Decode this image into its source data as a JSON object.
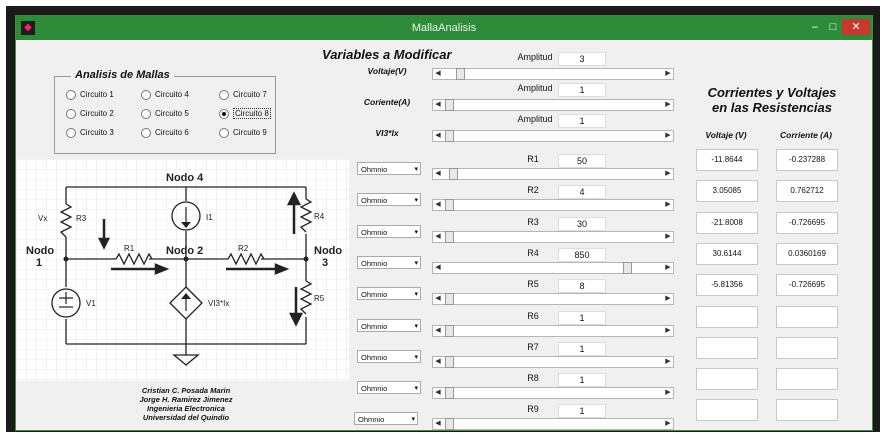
{
  "window": {
    "title": "MallaAnalisis"
  },
  "panel": {
    "title": "Analisis de Mallas",
    "options": [
      {
        "label": "Circuito 1",
        "selected": false
      },
      {
        "label": "Circuito 4",
        "selected": false
      },
      {
        "label": "Circuito 7",
        "selected": false
      },
      {
        "label": "Circuito 2",
        "selected": false
      },
      {
        "label": "Circuito 5",
        "selected": false
      },
      {
        "label": "Circuito 8",
        "selected": true
      },
      {
        "label": "Circuito 3",
        "selected": false
      },
      {
        "label": "Circuito 6",
        "selected": false
      },
      {
        "label": "Circuito 9",
        "selected": false
      }
    ]
  },
  "circuit": {
    "nodo4": "Nodo 4",
    "nodo2": "Nodo 2",
    "nodo1a": "Nodo",
    "nodo1b": "1",
    "nodo3a": "Nodo",
    "nodo3b": "3",
    "r1": "R1",
    "r2": "R2",
    "r3": "R3",
    "r4": "R4",
    "r5": "R5",
    "vx": "Vx",
    "i1": "I1",
    "v1": "V1",
    "dep": "VI3*Ix"
  },
  "credits": [
    "Cristian C. Posada Marin",
    "Jorge H. Ramirez Jimenez",
    "Ingenieria Electronica",
    "Universidad del Quindio"
  ],
  "variables": {
    "heading": "Variables a Modificar",
    "amplitud_label": "Amplitud",
    "sources": [
      {
        "label": "Voltaje(V)",
        "amplitude": "3",
        "position": 0.05
      },
      {
        "label": "Coriente(A)",
        "amplitude": "1",
        "position": 0.0
      },
      {
        "label": "VI3*Ix",
        "amplitude": "1",
        "position": 0.0
      }
    ],
    "unit_option": "Ohmnio",
    "resistors": [
      {
        "label": "R1",
        "value": "50",
        "position": 0.02
      },
      {
        "label": "R2",
        "value": "4",
        "position": 0.0
      },
      {
        "label": "R3",
        "value": "30",
        "position": 0.0
      },
      {
        "label": "R4",
        "value": "850",
        "position": 0.83
      },
      {
        "label": "R5",
        "value": "8",
        "position": 0.0
      },
      {
        "label": "R6",
        "value": "1",
        "position": 0.0
      },
      {
        "label": "R7",
        "value": "1",
        "position": 0.0
      },
      {
        "label": "R8",
        "value": "1",
        "position": 0.0
      },
      {
        "label": "R9",
        "value": "1",
        "position": 0.0
      }
    ]
  },
  "results": {
    "heading1": "Corrientes y Voltajes",
    "heading2": "en las Resistencias",
    "col_voltage": "Voltaje (V)",
    "col_current": "Corriente (A)",
    "rows": [
      {
        "v": "-11.8644",
        "i": "-0.237288"
      },
      {
        "v": "3.05085",
        "i": "0.762712"
      },
      {
        "v": "-21.8008",
        "i": "-0.726695"
      },
      {
        "v": "30.6144",
        "i": "0.0360169"
      },
      {
        "v": "-5.81356",
        "i": "-0.726695"
      },
      {
        "v": "",
        "i": ""
      },
      {
        "v": "",
        "i": ""
      },
      {
        "v": "",
        "i": ""
      },
      {
        "v": "",
        "i": ""
      }
    ]
  }
}
